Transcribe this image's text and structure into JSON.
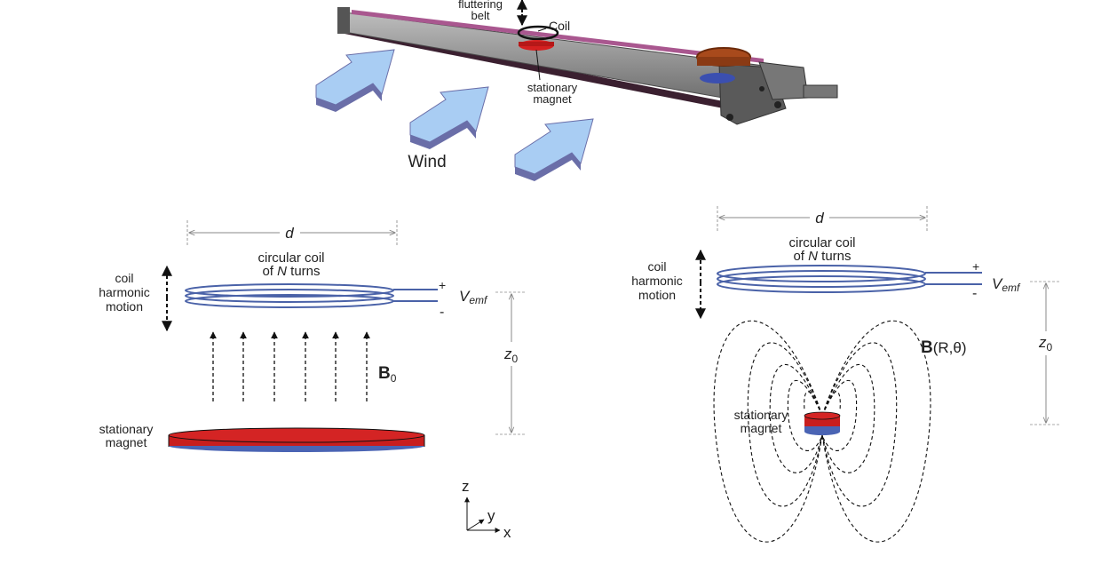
{
  "top": {
    "belt_label_line1": "fluttering",
    "belt_label_line2": "belt",
    "coil_label": "Coil",
    "magnet_label_line1": "stationary",
    "magnet_label_line2": "magnet",
    "wind_label": "Wind"
  },
  "left": {
    "d_label": "d",
    "coil_line1": "circular coil",
    "coil_line2_pre": "of ",
    "coil_line2_n": "N",
    "coil_line2_post": " turns",
    "motion_line1": "coil",
    "motion_line2": "harmonic",
    "motion_line3": "motion",
    "plus": "+",
    "minus": "-",
    "v_main": "V",
    "v_sub": "emf",
    "z_main": "z",
    "z_sub": "0",
    "b_main": "B",
    "b_sub": "0",
    "magnet_line1": "stationary",
    "magnet_line2": "magnet"
  },
  "axes": {
    "z": "z",
    "y": "y",
    "x": "x"
  },
  "right": {
    "d_label": "d",
    "coil_line1": "circular coil",
    "coil_line2_pre": "of ",
    "coil_line2_n": "N",
    "coil_line2_post": " turns",
    "motion_line1": "coil",
    "motion_line2": "harmonic",
    "motion_line3": "motion",
    "plus": "+",
    "minus": "-",
    "v_main": "V",
    "v_sub": "emf",
    "z_main": "z",
    "z_sub": "0",
    "b_main": "B",
    "b_args": "(R,θ)",
    "magnet_line1": "stationary",
    "magnet_line2": "magnet"
  },
  "colors": {
    "coil": "#4a62a8",
    "magnet_red": "#c81e1e",
    "magnet_blue": "#4a64b4",
    "arrow_fill": "#a9cdf3",
    "arrow_side": "#6a6ea8",
    "belt": "#9c4a8a",
    "frame": "#555555"
  }
}
